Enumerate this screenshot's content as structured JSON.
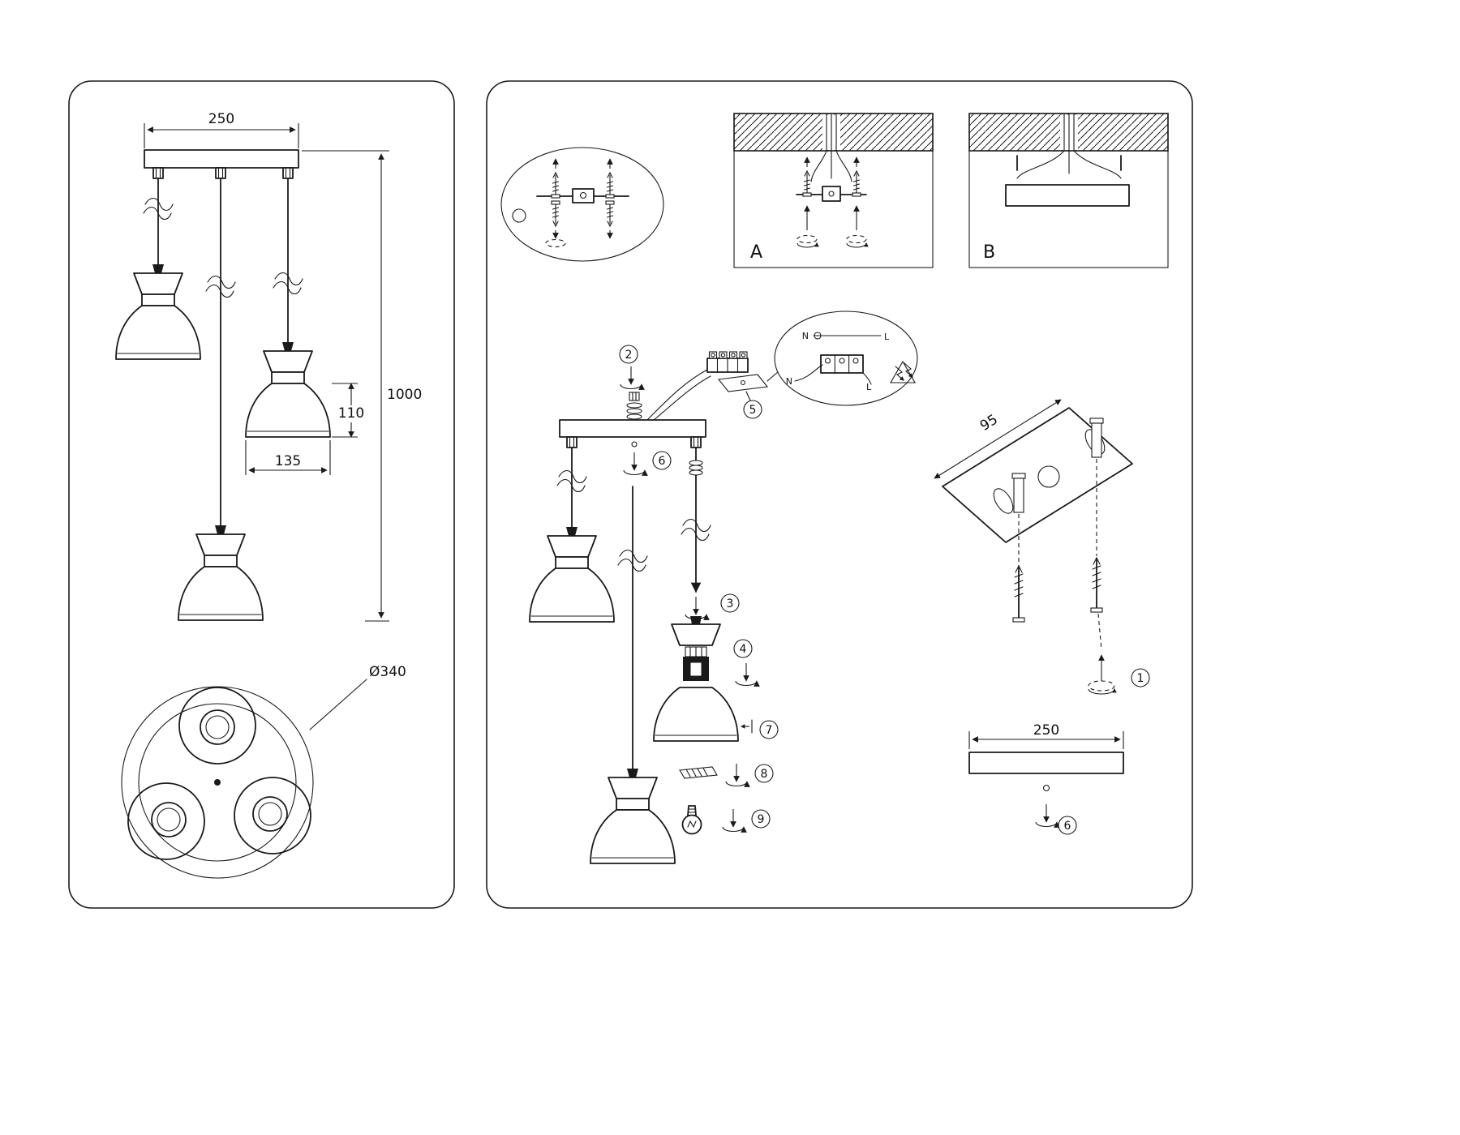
{
  "colors": {
    "ink": "#1a1a1a",
    "paper": "#ffffff"
  },
  "left_panel": {
    "dim_canopy_width": "250",
    "dim_total_height": "1000",
    "dim_shade_height": "110",
    "dim_shade_width": "135",
    "dim_base_diameter": "Ø340"
  },
  "right_panel": {
    "mount_a_label": "A",
    "mount_b_label": "B",
    "dim_bracket_length": "95",
    "dim_canopy_width": "250",
    "steps": {
      "s1": "1",
      "s2": "2",
      "s3": "3",
      "s4": "4",
      "s5": "5",
      "s6": "6",
      "s6b": "6",
      "s7": "7",
      "s8": "8",
      "s9": "9"
    },
    "wiring": {
      "n_top": "N",
      "l_top": "L",
      "n_bottom": "N",
      "l_bottom": "L"
    }
  }
}
